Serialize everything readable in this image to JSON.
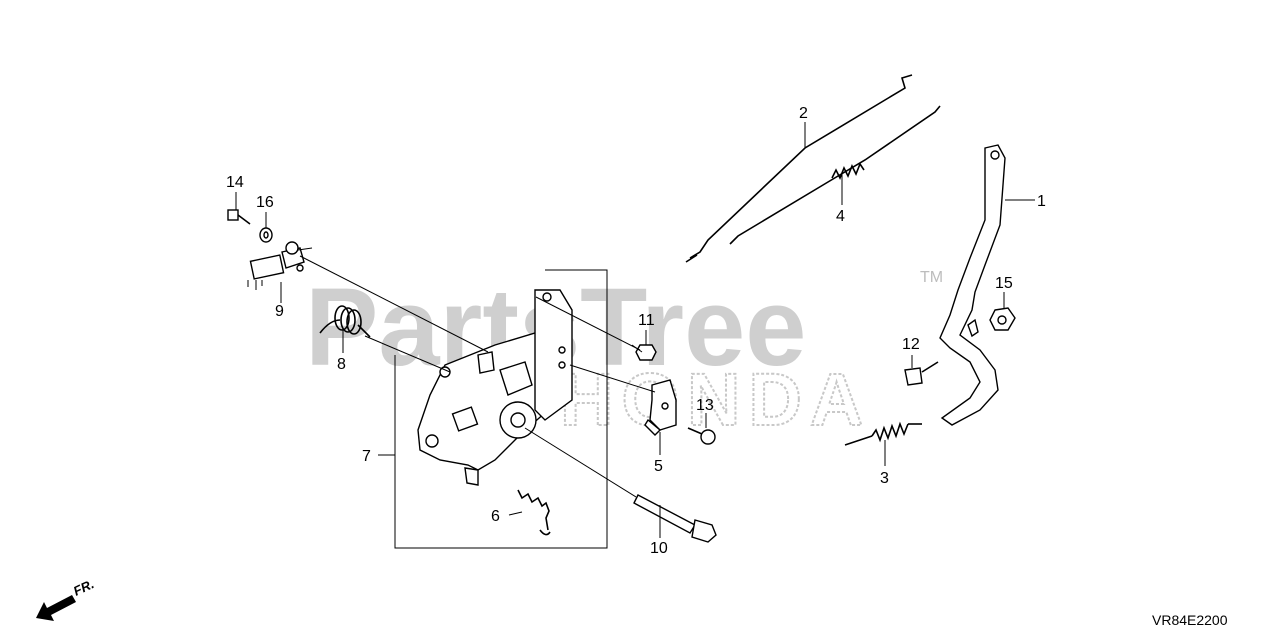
{
  "diagram": {
    "callouts": [
      {
        "id": "1",
        "label": "1"
      },
      {
        "id": "2",
        "label": "2"
      },
      {
        "id": "3",
        "label": "3"
      },
      {
        "id": "4",
        "label": "4"
      },
      {
        "id": "5",
        "label": "5"
      },
      {
        "id": "6",
        "label": "6"
      },
      {
        "id": "7",
        "label": "7"
      },
      {
        "id": "8",
        "label": "8"
      },
      {
        "id": "9",
        "label": "9"
      },
      {
        "id": "10",
        "label": "10"
      },
      {
        "id": "11",
        "label": "11"
      },
      {
        "id": "12",
        "label": "12"
      },
      {
        "id": "13",
        "label": "13"
      },
      {
        "id": "14",
        "label": "14"
      },
      {
        "id": "15",
        "label": "15"
      },
      {
        "id": "16",
        "label": "16"
      }
    ],
    "watermark": {
      "text": "PartsTree",
      "trademark": "TM",
      "brand": "HONDA"
    },
    "front_indicator": "FR.",
    "diagram_code": "VR84E2200"
  }
}
